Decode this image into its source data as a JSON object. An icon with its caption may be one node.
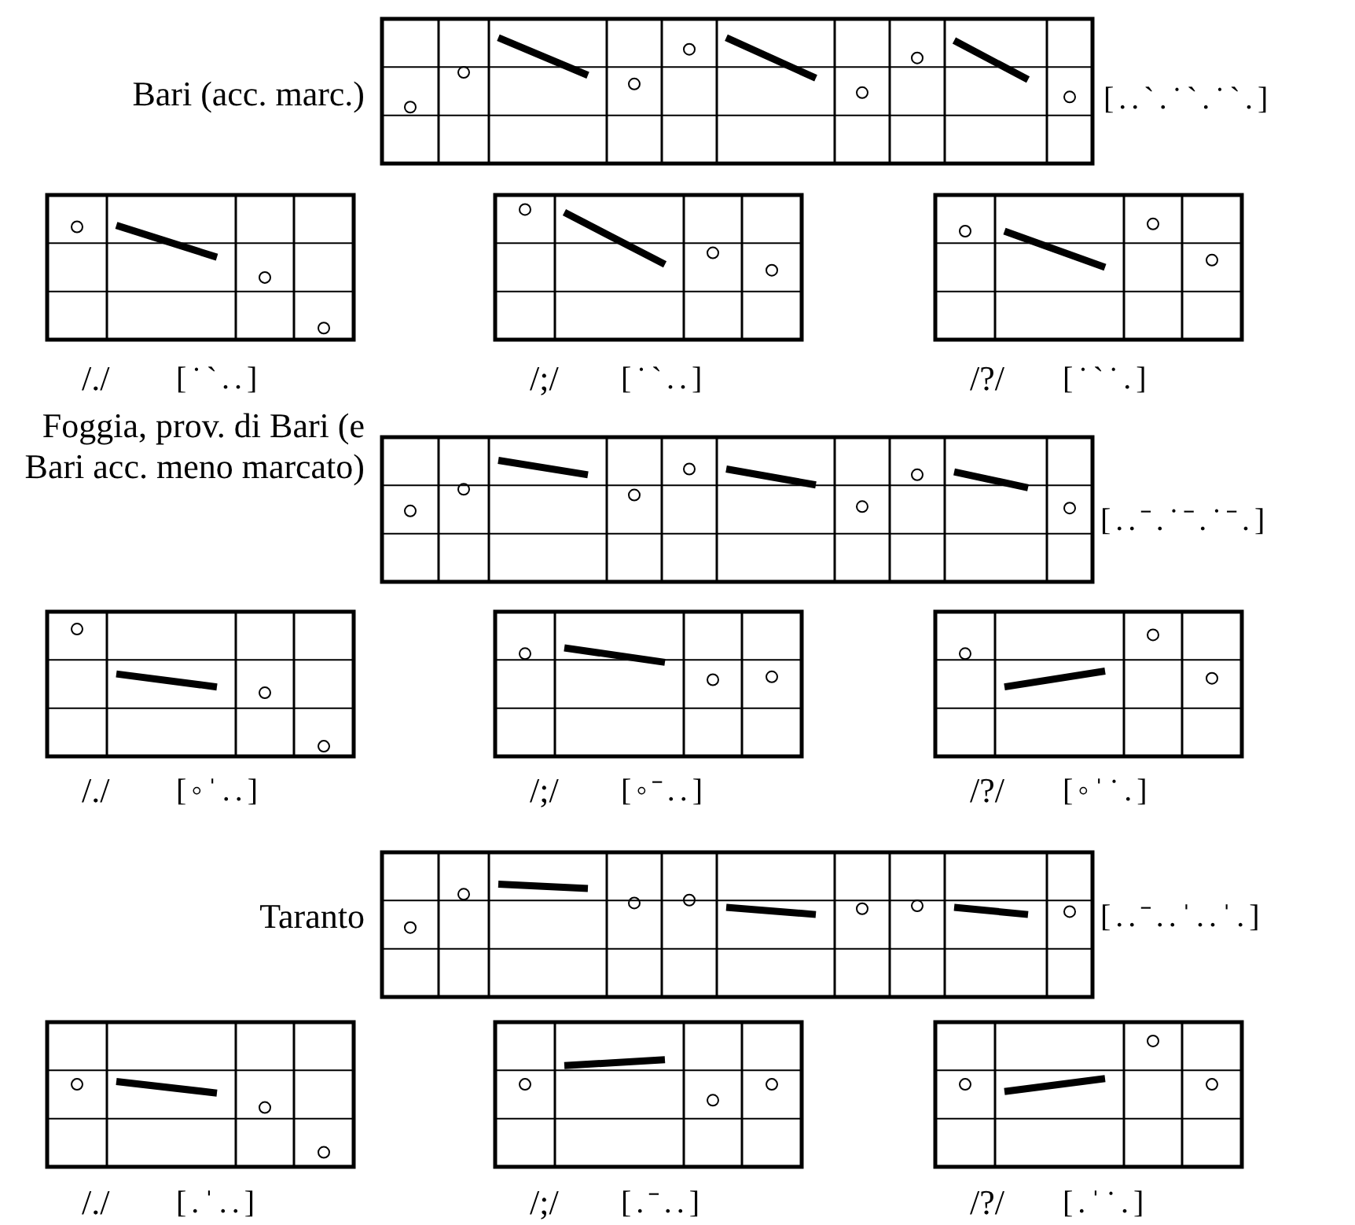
{
  "diagram": {
    "labels": [
      "Bari (acc. marc.)",
      "[..ˋ.˙ˋ.˙ˋ.]",
      "/./",
      "[˙ˋ..]",
      "/;/",
      "[˙ˋ..]",
      "/?/",
      "[˙ˋ˙.]",
      "Foggia, prov. di Bari (e Bari acc. meno marcato)",
      "[..ˉ.˙ˉ.˙ˉ.]",
      "/./",
      "[◦ˈ..]",
      "/;/",
      "[◦ˉ..]",
      "/?/",
      "[◦ˈ˙.]",
      "Taranto",
      "[..ˉ..ˈ..ˈ.]",
      "/./",
      "[.ˈ..]",
      "/;/",
      "[.ˉ..]",
      "/?/",
      "[.ˈ˙.]"
    ]
  }
}
